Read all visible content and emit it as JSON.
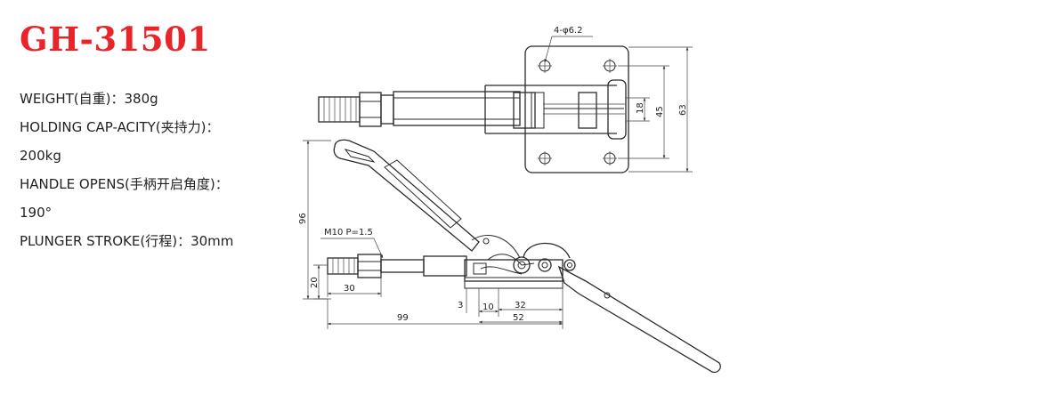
{
  "product": {
    "model": "GH-31501",
    "title_color": "#e8262a"
  },
  "specs": [
    "WEIGHT(自重)：380g",
    "HOLDING CAP-ACITY(夹持力)：",
    "200kg",
    "HANDLE OPENS(手柄开启角度)：",
    "190°",
    "PLUNGER STROKE(行程)：30mm"
  ],
  "drawing": {
    "hole_callout": "4-φ6.2",
    "dim_18": "18",
    "dim_45": "45",
    "dim_63": "63",
    "dim_96": "96",
    "thread_callout": "M10  P=1.5",
    "dim_20": "20",
    "dim_30": "30",
    "dim_3": "3",
    "dim_10": "10",
    "dim_32": "32",
    "dim_52": "52",
    "dim_99": "99"
  }
}
